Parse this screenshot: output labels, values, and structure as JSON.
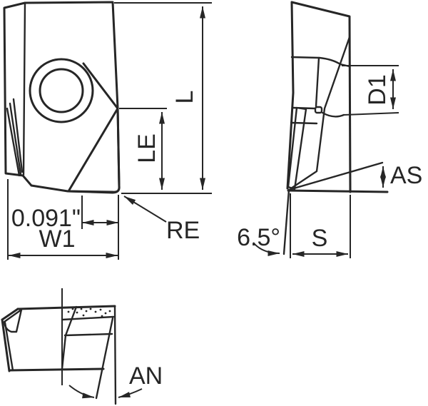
{
  "title": "cutting-insert-technical-drawing",
  "colors": {
    "stroke": "#262626",
    "gray_fill": "#b5b7b9",
    "background": "#ffffff"
  },
  "front_view": {
    "length_label": "L",
    "cutting_edge_length_label": "LE",
    "corner_radius_label": "RE",
    "width_label": "W1",
    "width_value": "0.091\""
  },
  "side_view": {
    "hole_diameter_label": "D1",
    "inclination_angle_label": "AS",
    "thickness_label": "S",
    "seat_angle_value": "6.5°"
  },
  "bottom_view": {
    "clearance_angle_label": "AN"
  }
}
